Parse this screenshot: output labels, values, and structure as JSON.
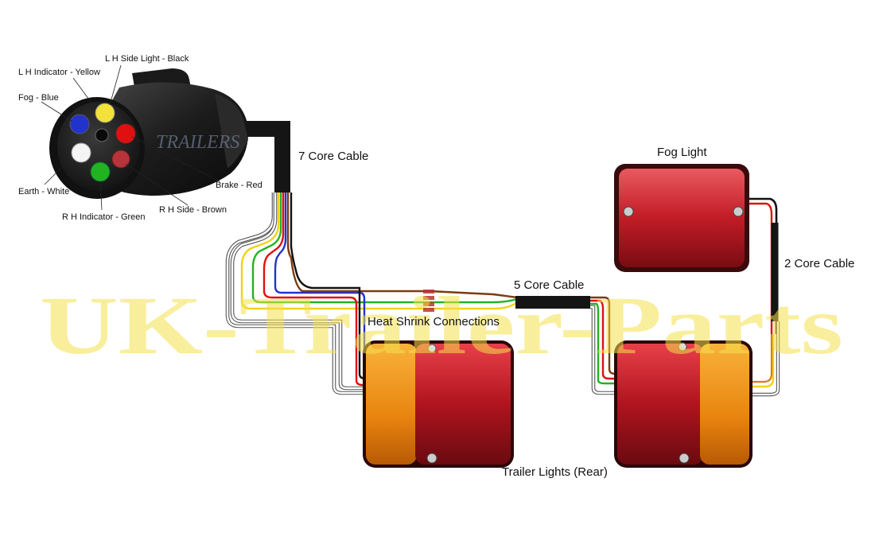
{
  "pin_labels": {
    "lh_side": "L H Side Light - Black",
    "lh_indicator": "L H Indicator - Yellow",
    "fog": "Fog - Blue",
    "earth": "Earth - White",
    "rh_indicator": "R H Indicator - Green",
    "rh_side": "R H Side - Brown",
    "brake": "Brake - Red"
  },
  "cable_labels": {
    "seven_core": "7 Core Cable",
    "five_core": "5 Core Cable",
    "two_core": "2 Core Cable"
  },
  "component_labels": {
    "fog_light": "Fog Light",
    "heat_shrink": "Heat Shrink Connections",
    "trailer_lights": "Trailer Lights (Rear)"
  },
  "watermark": "UK-Trailer-Parts",
  "plug_logo": "TRAILERS",
  "wire_colors": {
    "black": "#111111",
    "yellow": "#f2d21a",
    "blue": "#2233cc",
    "white": "#ffffff",
    "green": "#22b322",
    "brown": "#7a3b10",
    "red": "#e01010"
  }
}
